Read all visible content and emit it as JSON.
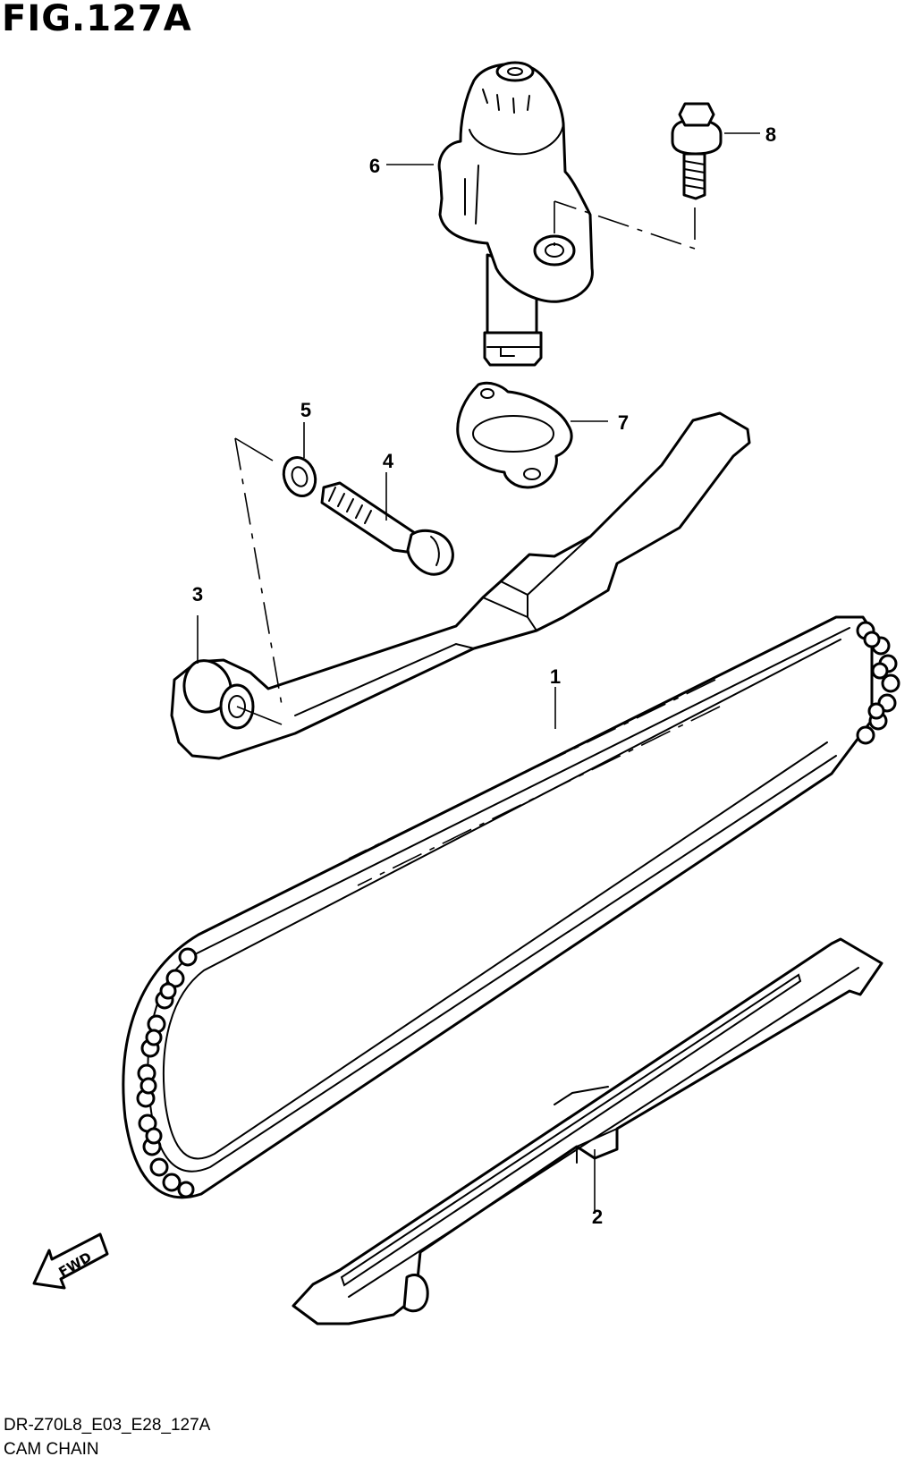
{
  "figure": {
    "title": "FIG.127A",
    "code": "DR-Z70L8_E03_E28_127A",
    "name": "CAM CHAIN"
  },
  "callouts": [
    {
      "id": "1",
      "part": "cam-chain"
    },
    {
      "id": "2",
      "part": "chain-guide"
    },
    {
      "id": "3",
      "part": "tensioner-arm"
    },
    {
      "id": "4",
      "part": "arm-bolt"
    },
    {
      "id": "5",
      "part": "washer"
    },
    {
      "id": "6",
      "part": "tensioner-adjuster"
    },
    {
      "id": "7",
      "part": "adjuster-gasket"
    },
    {
      "id": "8",
      "part": "adjuster-bolt"
    }
  ],
  "direction_marker": {
    "label": "FWD",
    "icon": "fwd-arrow-icon"
  }
}
